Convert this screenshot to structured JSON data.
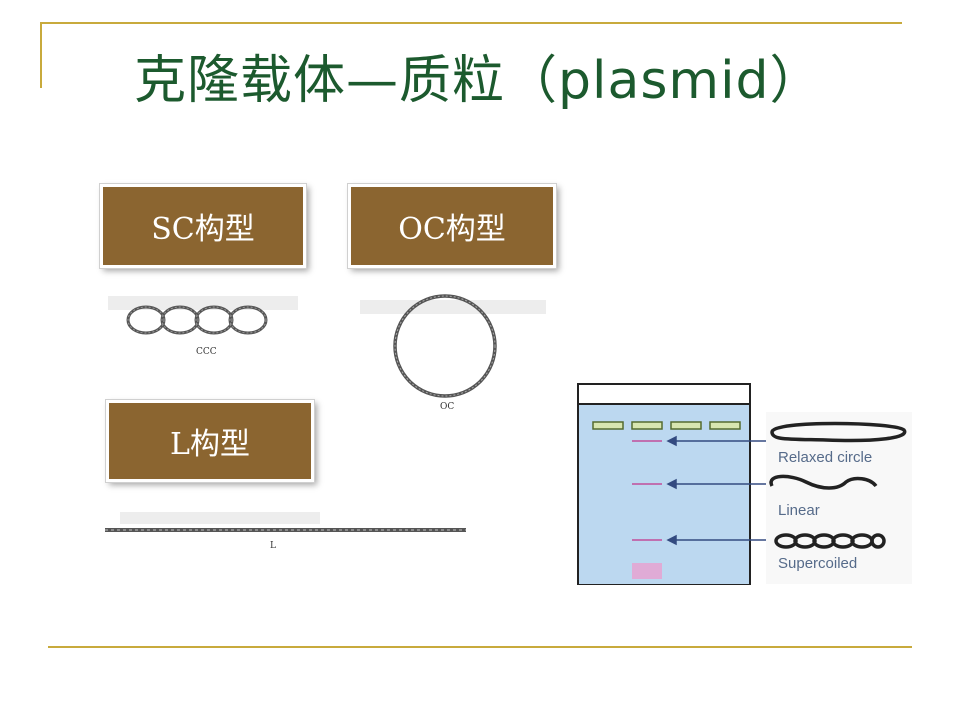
{
  "slide": {
    "title": "克隆载体—质粒（plasmid）"
  },
  "conformations": [
    {
      "label": "SC构型",
      "image_caption": "CCC"
    },
    {
      "label": "OC构型",
      "image_caption": "OC"
    },
    {
      "label": "L构型",
      "image_caption": "L"
    }
  ],
  "gel": {
    "legend": [
      "Relaxed circle",
      "Linear",
      "Supercoiled"
    ]
  },
  "colors": {
    "title": "#1c5a2e",
    "label_box": "#8b6530",
    "rule": "#c8aa3c",
    "gel_background": "#bcd8f0"
  }
}
